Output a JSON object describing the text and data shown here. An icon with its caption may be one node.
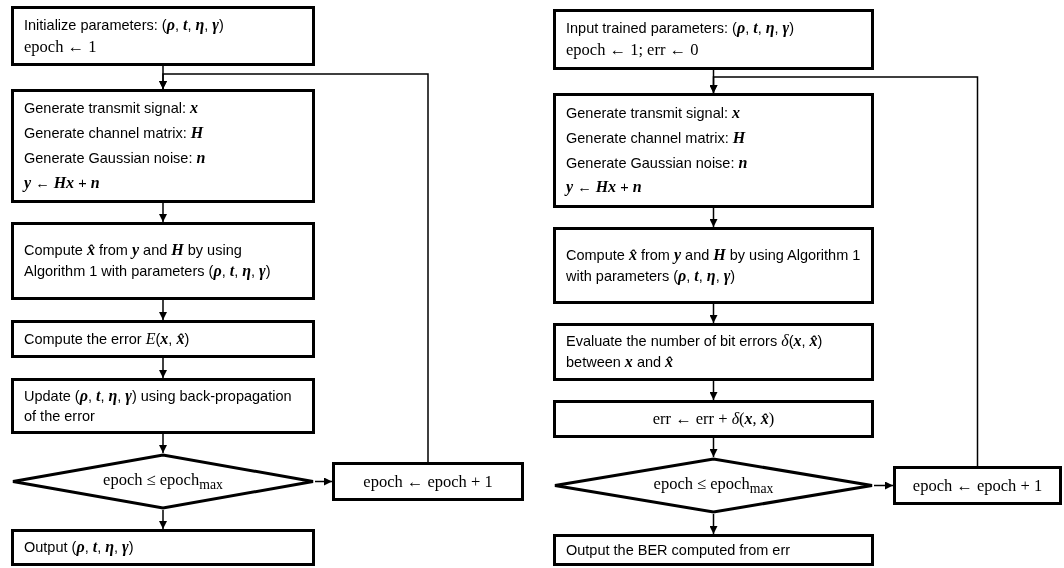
{
  "diagram": {
    "nodes": [
      {
        "text": [
          "Initialize parameters: (**ρ**, **t**, **η**, **γ**)",
          "epoch ← 1"
        ]
      },
      {
        "text": [
          "Generate transmit signal: **x**",
          "Generate channel matrix: **H**",
          "Generate Gaussian noise: **n**",
          "**y** ← **Hx** + **n**"
        ]
      },
      {
        "text": [
          "Compute **x̂** from **y** and **H** by using Algorithm 1 with parameters (**ρ**, **t**, **η**, **γ**)"
        ]
      },
      {
        "text": [
          "Compute the error *E*(**x**, **x̂**)"
        ]
      },
      {
        "text": [
          "Update (**ρ**, **t**, **η**, **γ**) using back-propagation of the error"
        ]
      },
      {
        "text": [
          "epoch ≤ epoch$_{max}$"
        ]
      },
      {
        "text": [
          "epoch ← epoch + 1"
        ]
      },
      {
        "text": [
          "Output (**ρ**, **t**, **η**, **γ**)"
        ]
      },
      {
        "text": [
          "Input trained parameters: (**ρ**, **t**, **η**, **γ**)",
          "epoch ← 1; err ← 0"
        ]
      },
      {
        "text": [
          "Generate transmit signal: **x**",
          "Generate channel matrix: **H**",
          "Generate Gaussian noise: **n**",
          "**y** ← **Hx** + **n**"
        ]
      },
      {
        "text": [
          "Compute **x̂** from **y** and **H** by using Algorithm 1 with parameters (**ρ**, **t**, **η**, **γ**)"
        ]
      },
      {
        "text": [
          "Evaluate the number of bit errors *δ*(**x**, **x̂**) between **x** and **x̂**"
        ]
      },
      {
        "text": [
          "err ← err + *δ*(**x**, **x̂**)"
        ]
      },
      {
        "text": [
          "epoch ≤ epoch$_{max}$"
        ]
      },
      {
        "text": [
          "epoch ← epoch + 1"
        ]
      },
      {
        "text": [
          "Output the BER computed from err"
        ]
      }
    ],
    "edges": [
      {
        "from": 0,
        "to": 1,
        "arrow": "to"
      },
      {
        "from": 1,
        "to": 2,
        "arrow": "to"
      },
      {
        "from": 2,
        "to": 3,
        "arrow": "to"
      },
      {
        "from": 3,
        "to": 4,
        "arrow": "to"
      },
      {
        "from": 4,
        "to": 5,
        "arrow": "to"
      },
      {
        "from": 5,
        "to": 6,
        "arrow": "to"
      },
      {
        "from": 5,
        "to": 7,
        "arrow": "to"
      },
      {
        "from": 6,
        "to": 1,
        "arrow": "to"
      },
      {
        "from": 8,
        "to": 9,
        "arrow": "to"
      },
      {
        "from": 9,
        "to": 10,
        "arrow": "to"
      },
      {
        "from": 10,
        "to": 11,
        "arrow": "to"
      },
      {
        "from": 11,
        "to": 12,
        "arrow": "to"
      },
      {
        "from": 12,
        "to": 13,
        "arrow": "to"
      },
      {
        "from": 13,
        "to": 14,
        "arrow": "to"
      },
      {
        "from": 13,
        "to": 15,
        "arrow": "to"
      },
      {
        "from": 14,
        "to": 9,
        "arrow": "to"
      }
    ]
  }
}
